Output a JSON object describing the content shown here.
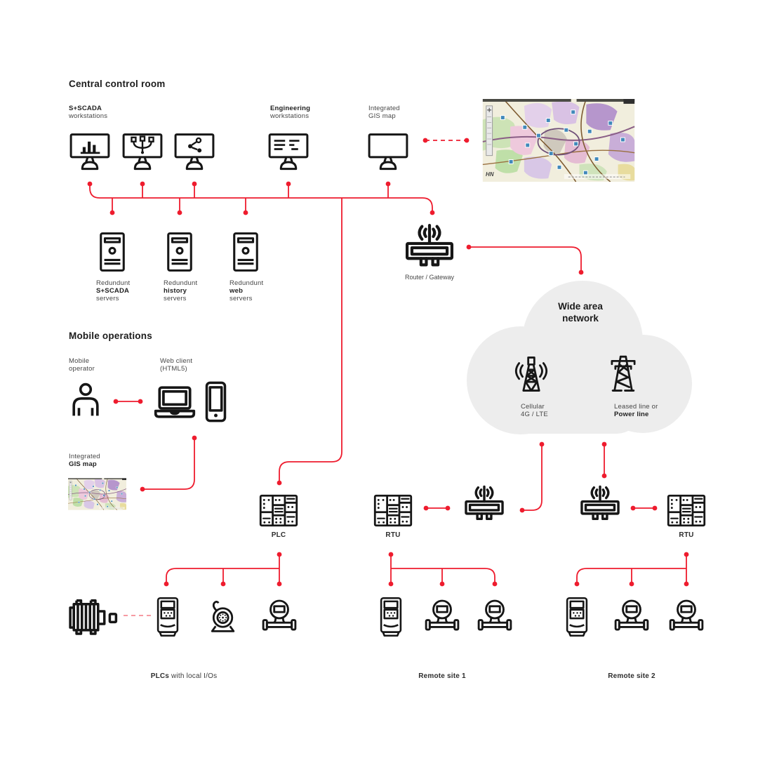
{
  "colors": {
    "red": "#ee1c2e",
    "black": "#161616",
    "cloud": "#ededed",
    "label": "#474747",
    "label_bold": "#1f1f1f"
  },
  "control_room": {
    "title": "Central control room",
    "scada_ws_label": {
      "line1": "S+SCADA",
      "line2": "workstations"
    },
    "eng_ws_label": {
      "line1": "Engineering",
      "line2": "workstations"
    },
    "gis_label": {
      "line1": "Integrated",
      "line2": "GIS map"
    }
  },
  "servers": [
    {
      "line1": "Redundunt",
      "line2": "S+SCADA",
      "line3": "servers"
    },
    {
      "line1": "Redundunt",
      "line2": "history",
      "line3": "servers"
    },
    {
      "line1": "Redundunt",
      "line2": "web",
      "line3": "servers"
    }
  ],
  "router_label": "Router / Gateway",
  "wan": {
    "title": {
      "line1": "Wide area",
      "line2": "network"
    },
    "cellular_label": {
      "line1": "Cellular",
      "line2": "4G / LTE"
    },
    "leased_label": {
      "line1": "Leased line or",
      "line2": "Power line"
    }
  },
  "mobile": {
    "title": "Mobile operations",
    "operator_label": {
      "line1": "Mobile",
      "line2": "operator"
    },
    "web_client_label": {
      "line1": "Web client",
      "line2": "(HTML5)"
    },
    "gis_label": {
      "line1": "Integrated",
      "line2": "GIS map"
    }
  },
  "map_logo": "HN",
  "field": {
    "plc_label": "PLC",
    "rtu1_label": "RTU",
    "rtu2_label": "RTU",
    "plcs_caption": {
      "bold": "PLCs",
      "rest": " with local I/Os"
    },
    "site1_caption": "Remote site 1",
    "site2_caption": "Remote site 2"
  }
}
